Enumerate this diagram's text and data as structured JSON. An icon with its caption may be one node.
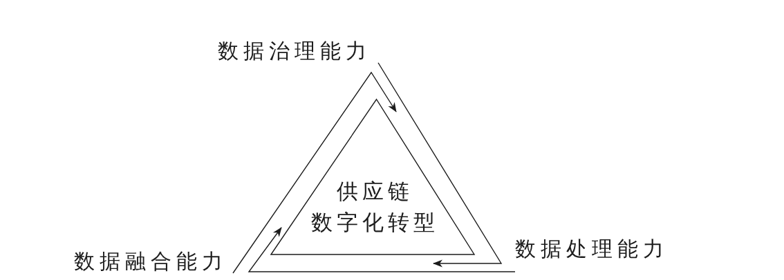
{
  "diagram": {
    "nodes": [
      {
        "text": [
          "数据治理能力"
        ]
      },
      {
        "text": [
          "供应链数字化转型"
        ]
      },
      {
        "text": [
          "数据融合能力"
        ]
      },
      {
        "text": [
          "数据处理能力"
        ]
      }
    ],
    "edges": [
      {
        "from": 0,
        "to": 1,
        "arrow": "to"
      },
      {
        "from": 3,
        "to": 1,
        "arrow": "to"
      },
      {
        "from": 2,
        "to": 1,
        "arrow": "to"
      }
    ]
  }
}
